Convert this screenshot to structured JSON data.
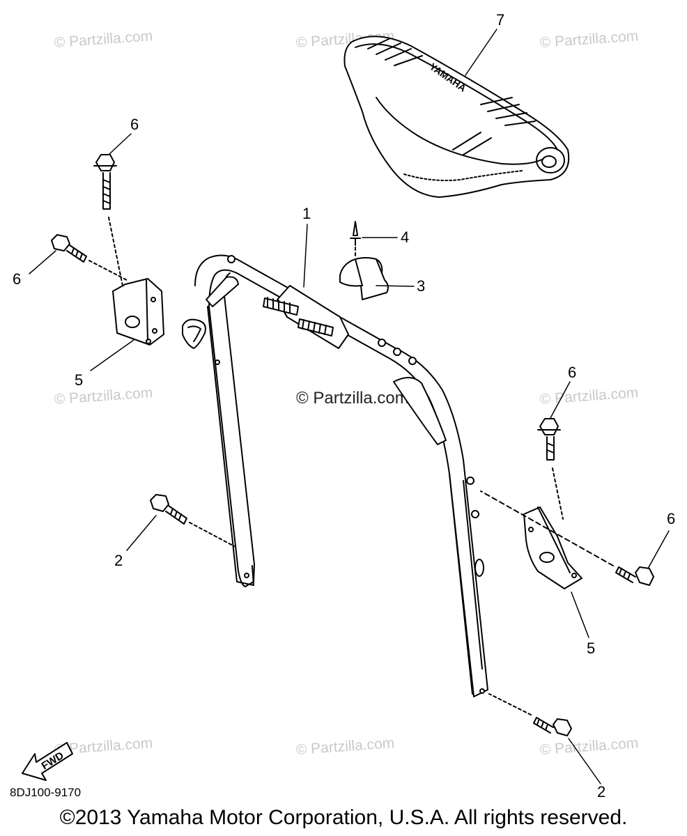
{
  "watermark": "© Partzilla.com",
  "center_watermark": "© Partzilla.com",
  "callouts": {
    "part1": "1",
    "part2_left": "2",
    "part2_right": "2",
    "part3": "3",
    "part4": "4",
    "part5_left": "5",
    "part5_right": "5",
    "part6_top_left": "6",
    "part6_left": "6",
    "part6_top_right": "6",
    "part6_right": "6",
    "part7": "7"
  },
  "seat_logo": "YAMAHA",
  "fwd_label": "FWD",
  "diagram_code": "8DJ100-9170",
  "copyright": "©2013  Yamaha Motor Corporation, U.S.A. All rights reserved."
}
